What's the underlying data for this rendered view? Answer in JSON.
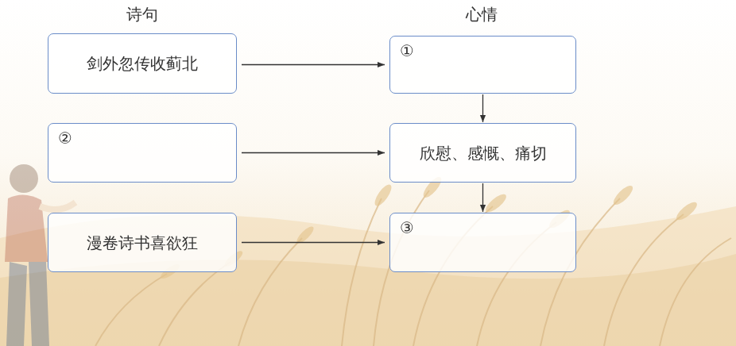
{
  "diagram": {
    "nodes": [
      {
        "text": [
          "剑外忽传收蓟北"
        ]
      },
      {
        "text": [
          "①"
        ]
      },
      {
        "text": [
          "②"
        ]
      },
      {
        "text": [
          "欣慰、感慨、痛切"
        ]
      },
      {
        "text": [
          "漫卷诗书喜欲狂"
        ]
      },
      {
        "text": [
          "③"
        ]
      }
    ],
    "edges": [
      {
        "from": 0,
        "to": 1,
        "arrow": "to"
      },
      {
        "from": 2,
        "to": 3,
        "arrow": "to"
      },
      {
        "from": 4,
        "to": 5,
        "arrow": "to"
      },
      {
        "from": 1,
        "to": 3,
        "arrow": "to"
      },
      {
        "from": 3,
        "to": 5,
        "arrow": "to"
      }
    ],
    "labels": [
      "诗句",
      "心情"
    ]
  }
}
